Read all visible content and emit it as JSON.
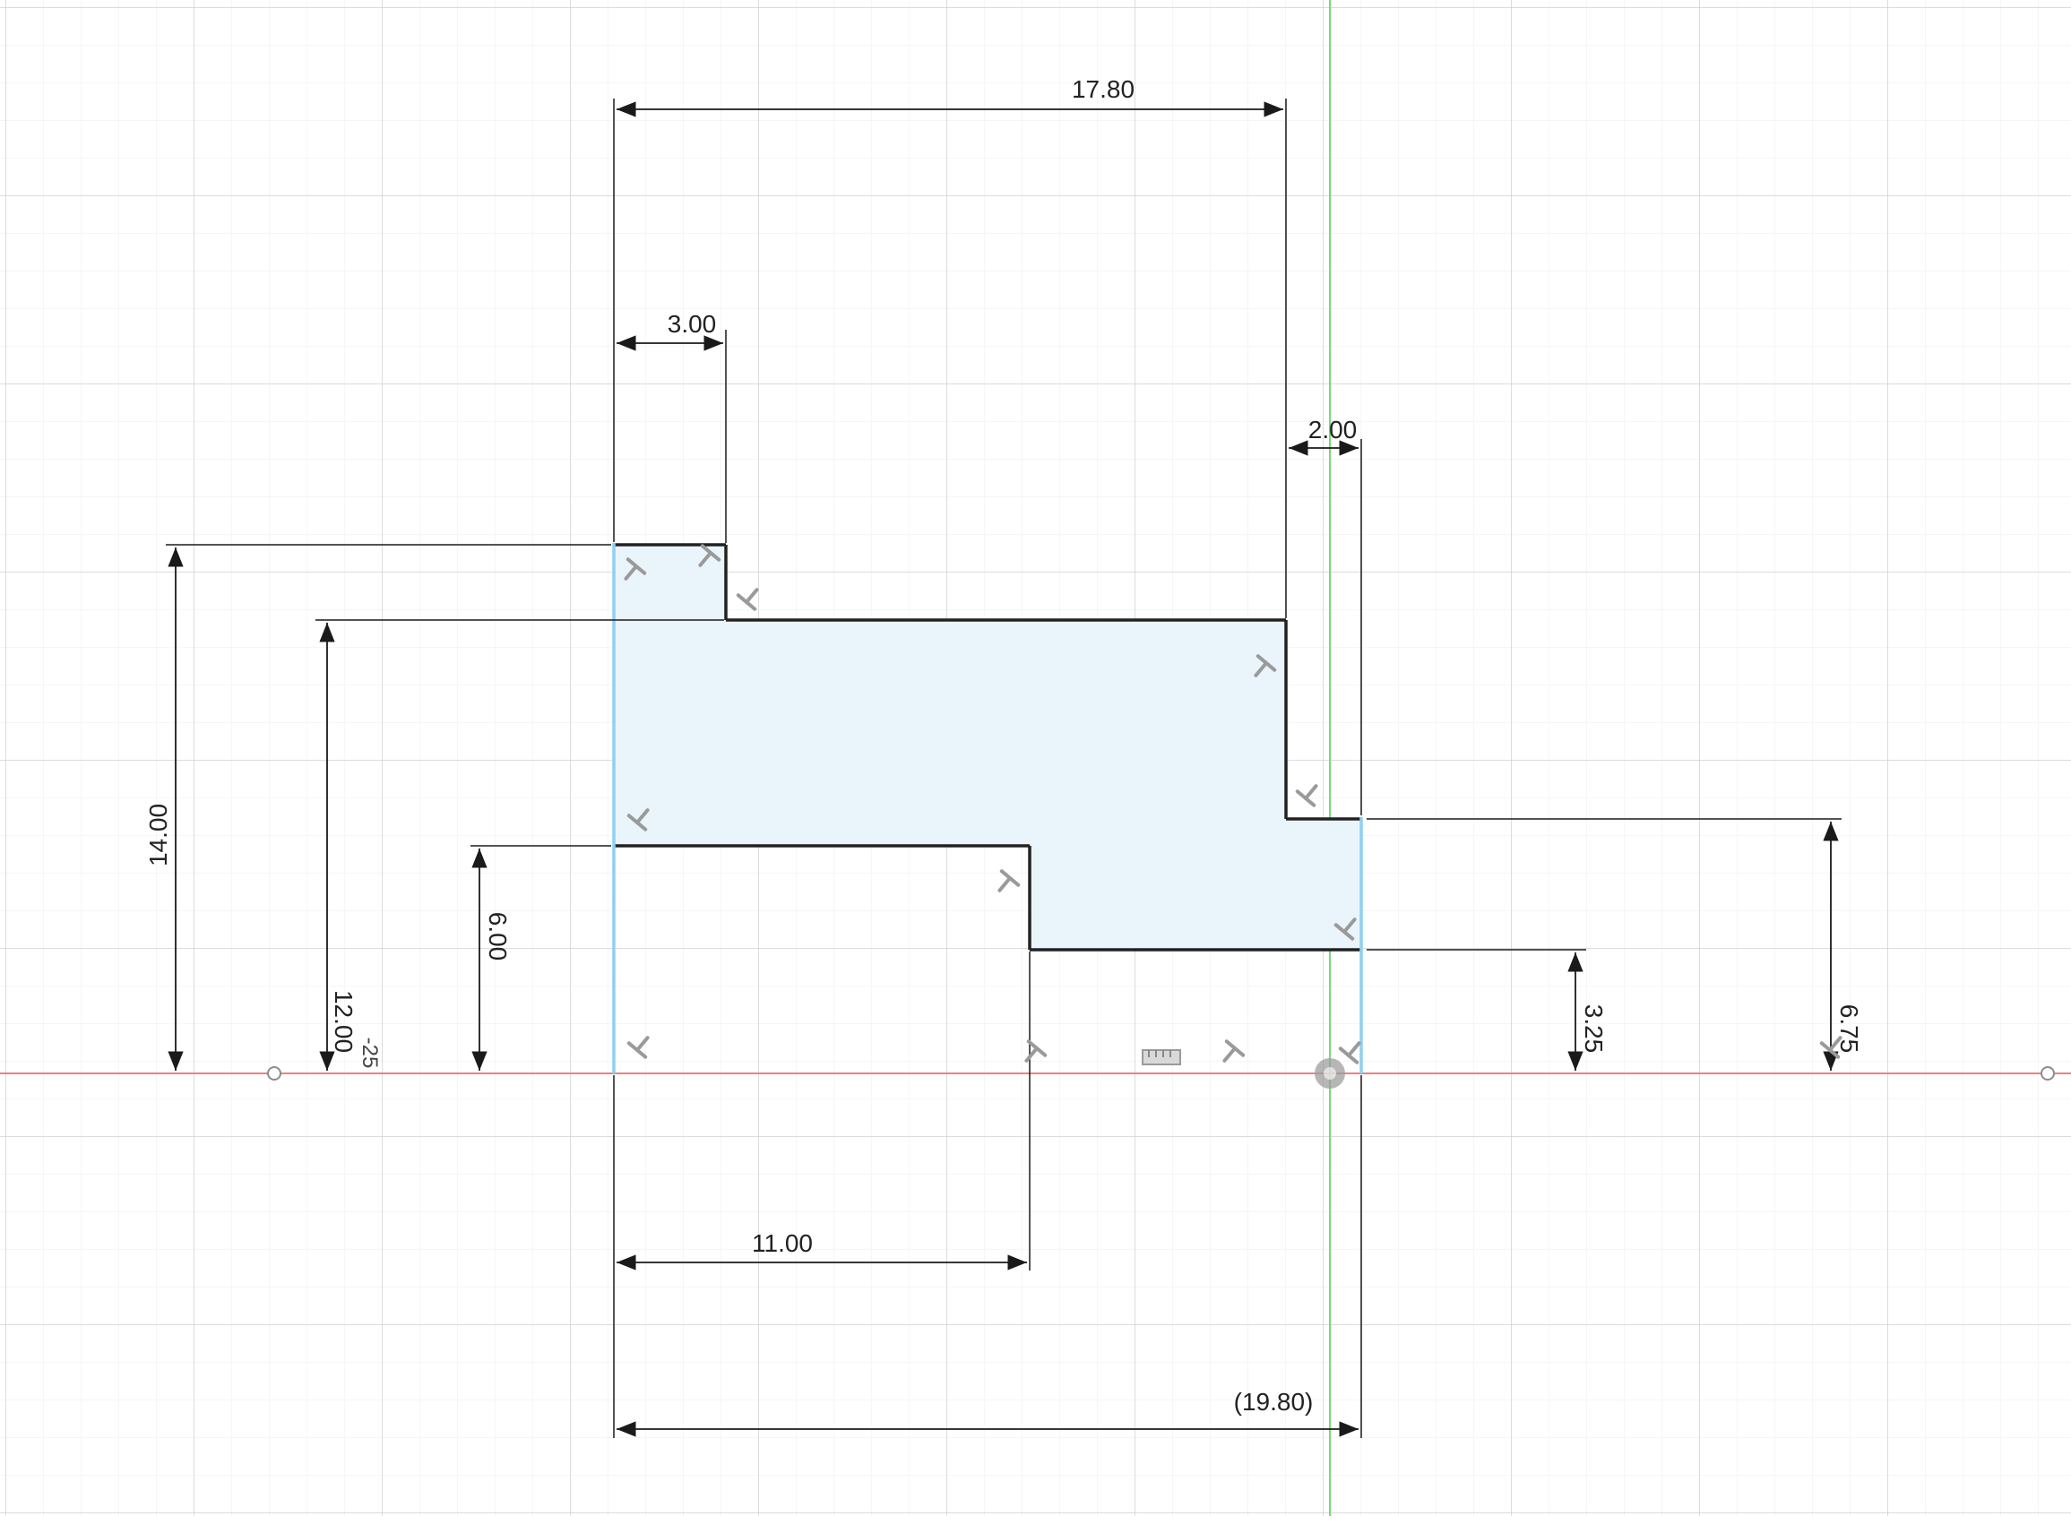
{
  "sketch": {
    "units_note": "",
    "dimensions": {
      "overall_width": "17.80",
      "top_step_width": "3.00",
      "right_offset": "2.00",
      "height_total": "14.00",
      "height_upper": "12.00",
      "height_lower": "6.00",
      "minor_value": "-25",
      "right_step_height": "6.75",
      "right_low_height": "3.25",
      "lower_width": "11.00",
      "reference_width": "(19.80)"
    },
    "colors": {
      "profile_fill": "#eaf4fb",
      "profile_edge": "#222222",
      "construction_edge": "#8fd0ef",
      "grid_major": "#d4d4d4",
      "grid_minor": "#ececec",
      "x_axis": "#f08080",
      "y_axis": "#7ad67a",
      "dimension_line": "#1a1a1a",
      "constraint_glyph": "#9a9a9a"
    },
    "constraint_glyphs": [
      "horizontal-vertical-constraint-icon",
      "coincident-icon",
      "fix-icon",
      "origin-icon"
    ]
  }
}
